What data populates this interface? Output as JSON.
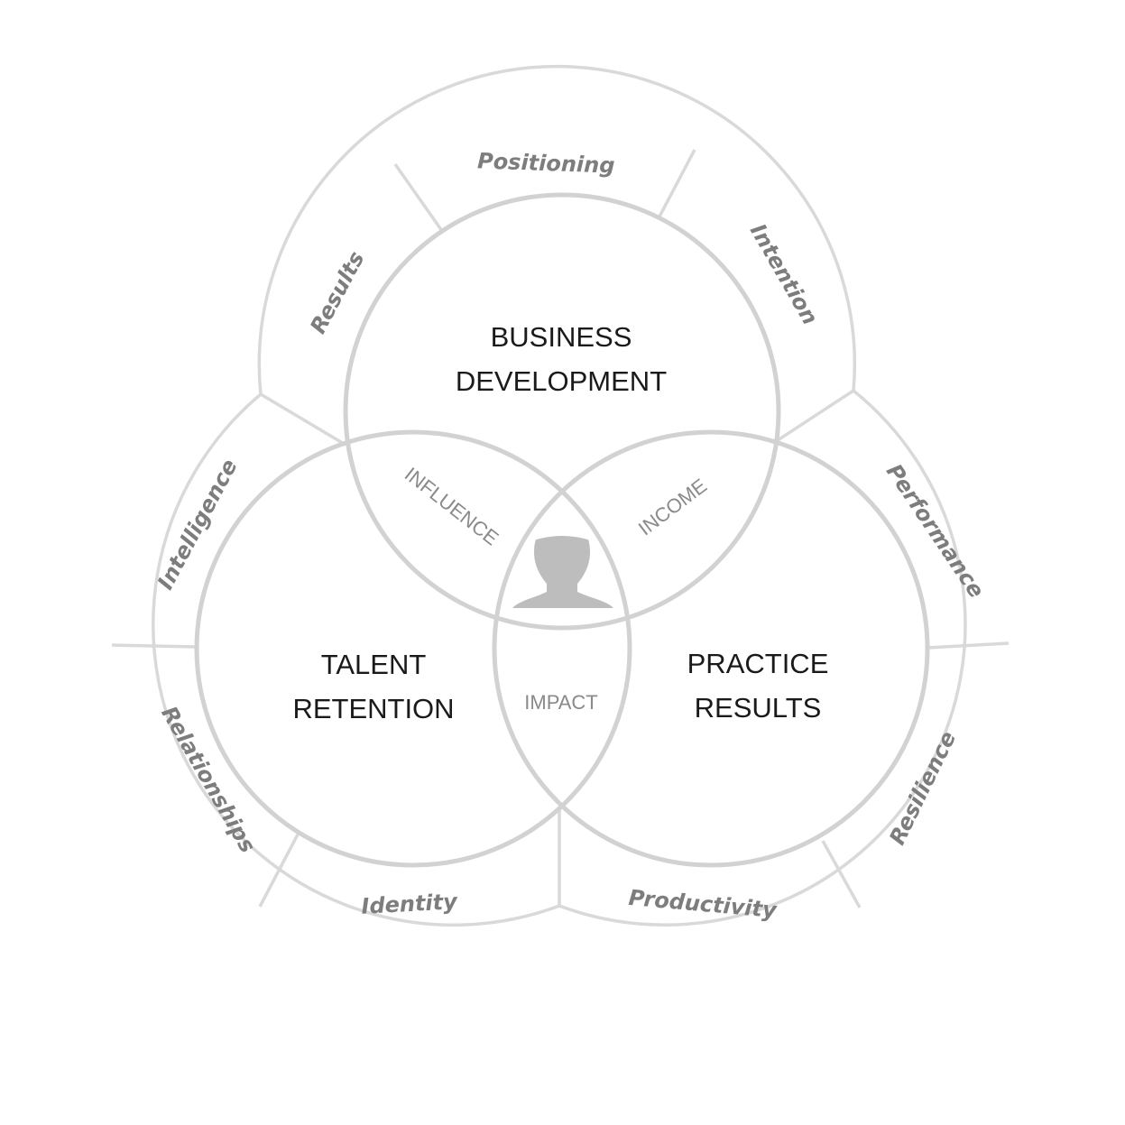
{
  "circles": {
    "top": {
      "line1": "BUSINESS",
      "line2": "DEVELOPMENT"
    },
    "left": {
      "line1": "TALENT",
      "line2": "RETENTION"
    },
    "right": {
      "line1": "PRACTICE",
      "line2": "RESULTS"
    }
  },
  "overlaps": {
    "top_left": "INFLUENCE",
    "top_right": "INCOME",
    "left_right": "IMPACT"
  },
  "center_icon": "person-silhouette-icon",
  "ring_segments": {
    "top": [
      "Results",
      "Positioning",
      "Intention"
    ],
    "right": [
      "Performance",
      "Resilience",
      "Productivity"
    ],
    "left": [
      "Intelligence",
      "Relationships",
      "Identity"
    ]
  },
  "colors": {
    "lines": "#d9d9d9",
    "main_text": "#1a1a1a",
    "ring_text": "#7d7d7d",
    "icon": "#bdbdbd"
  }
}
